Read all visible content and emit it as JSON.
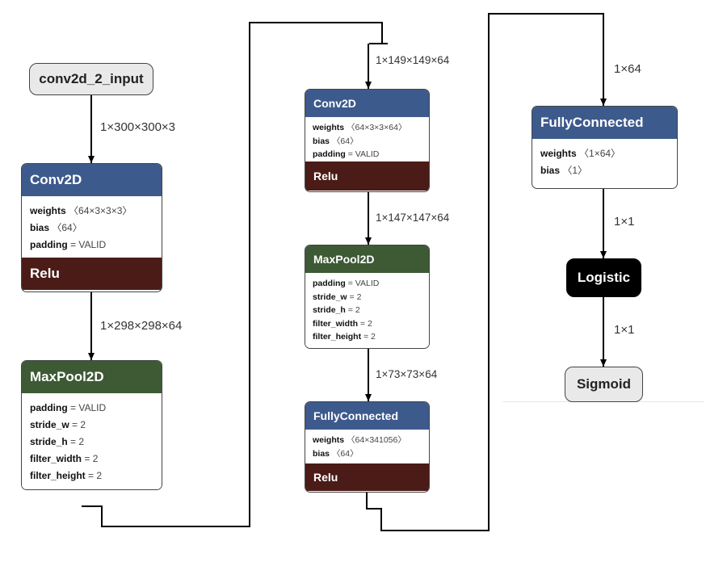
{
  "input_node": {
    "label": "conv2d_2_input"
  },
  "edges": {
    "e1": "1×300×300×3",
    "e2": "1×298×298×64",
    "e3": "1×149×149×64",
    "e4": "1×147×147×64",
    "e5": "1×73×73×64",
    "e6": "1×64",
    "e7": "1×1",
    "e8": "1×1"
  },
  "col1": {
    "conv": {
      "title": "Conv2D",
      "weights_key": "weights",
      "weights_val": "〈64×3×3×3〉",
      "bias_key": "bias",
      "bias_val": "〈64〉",
      "padding_key": "padding",
      "padding_val": " = VALID",
      "activation": "Relu"
    },
    "pool": {
      "title": "MaxPool2D",
      "padding_key": "padding",
      "padding_val": " = VALID",
      "stride_w_key": "stride_w",
      "stride_w_val": " = 2",
      "stride_h_key": "stride_h",
      "stride_h_val": " = 2",
      "filter_width_key": "filter_width",
      "filter_width_val": " = 2",
      "filter_height_key": "filter_height",
      "filter_height_val": " = 2"
    }
  },
  "col2": {
    "conv": {
      "title": "Conv2D",
      "weights_key": "weights",
      "weights_val": "〈64×3×3×64〉",
      "bias_key": "bias",
      "bias_val": "〈64〉",
      "padding_key": "padding",
      "padding_val": " = VALID",
      "activation": "Relu"
    },
    "pool": {
      "title": "MaxPool2D",
      "padding_key": "padding",
      "padding_val": " = VALID",
      "stride_w_key": "stride_w",
      "stride_w_val": " = 2",
      "stride_h_key": "stride_h",
      "stride_h_val": " = 2",
      "filter_width_key": "filter_width",
      "filter_width_val": " = 2",
      "filter_height_key": "filter_height",
      "filter_height_val": " = 2"
    },
    "fc": {
      "title": "FullyConnected",
      "weights_key": "weights",
      "weights_val": "〈64×341056〉",
      "bias_key": "bias",
      "bias_val": "〈64〉",
      "activation": "Relu"
    }
  },
  "col3": {
    "fc": {
      "title": "FullyConnected",
      "weights_key": "weights",
      "weights_val": "〈1×64〉",
      "bias_key": "bias",
      "bias_val": "〈1〉"
    },
    "logistic": {
      "label": "Logistic"
    },
    "sigmoid": {
      "label": "Sigmoid"
    }
  },
  "colors": {
    "conv_header": "#3d5a8c",
    "pool_header": "#3d5a35",
    "activation": "#4b1c17",
    "wire": "#000000"
  }
}
